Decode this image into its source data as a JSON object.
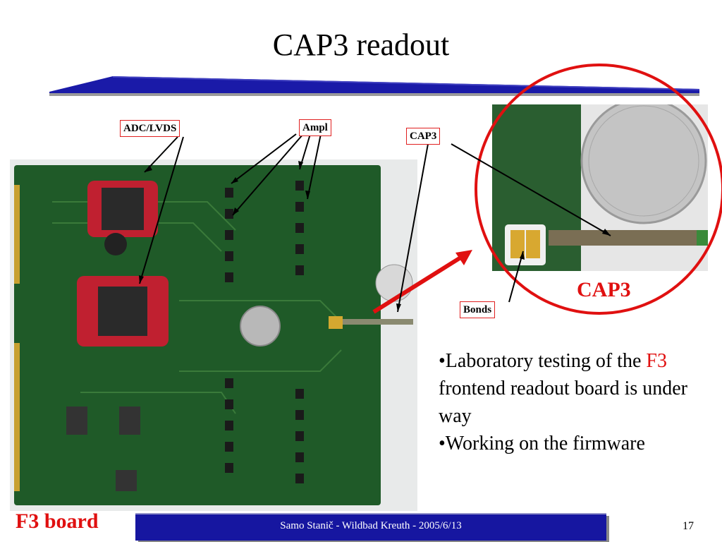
{
  "slide": {
    "title": "CAP3 readout",
    "labels": {
      "adc_lvds": "ADC/LVDS",
      "ampl": "Ampl",
      "cap3_small": "CAP3",
      "bonds": "Bonds",
      "cap3_large": "CAP3",
      "f3_board": "F3 board"
    },
    "bullets": [
      {
        "prefix": "•Laboratory testing of the ",
        "accent": "F3",
        "suffix": " frontend readout board is under way"
      },
      {
        "text": "•Working on the firmware"
      }
    ],
    "footer": "Samo Stanič - Wildbad Kreuth - 2005/6/13",
    "page_number": "17"
  },
  "colors": {
    "accent_red": "#e01010",
    "footer_blue": "#1616a0",
    "pcb_green": "#1f5a28"
  }
}
